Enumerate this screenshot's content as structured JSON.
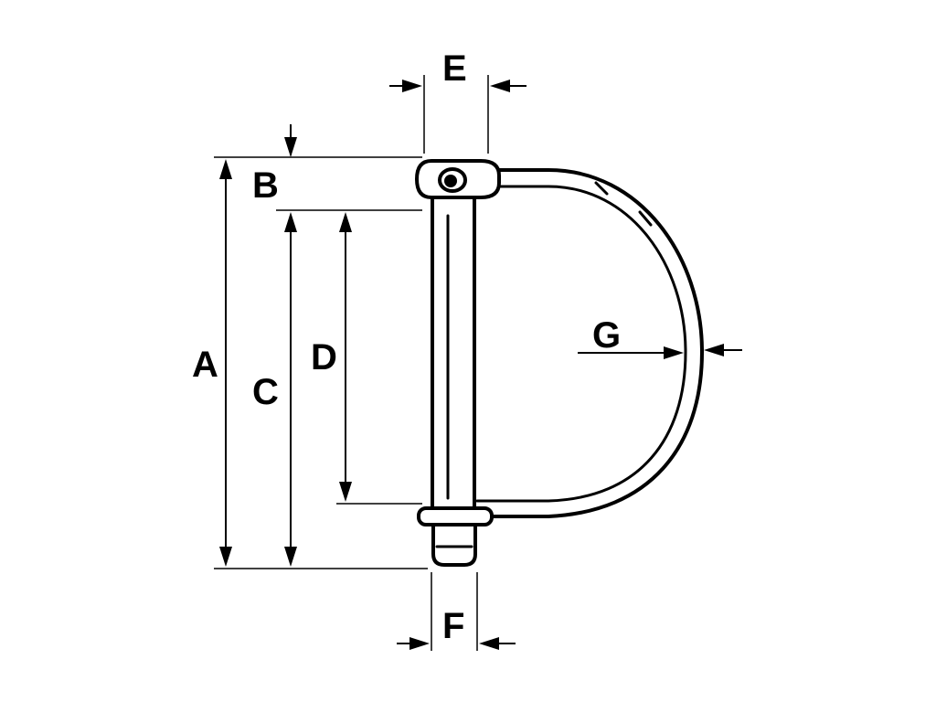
{
  "labels": {
    "A": "A",
    "B": "B",
    "C": "C",
    "D": "D",
    "E": "E",
    "F": "F",
    "G": "G"
  },
  "colors": {
    "ink": "#000000",
    "background": "#ffffff"
  }
}
